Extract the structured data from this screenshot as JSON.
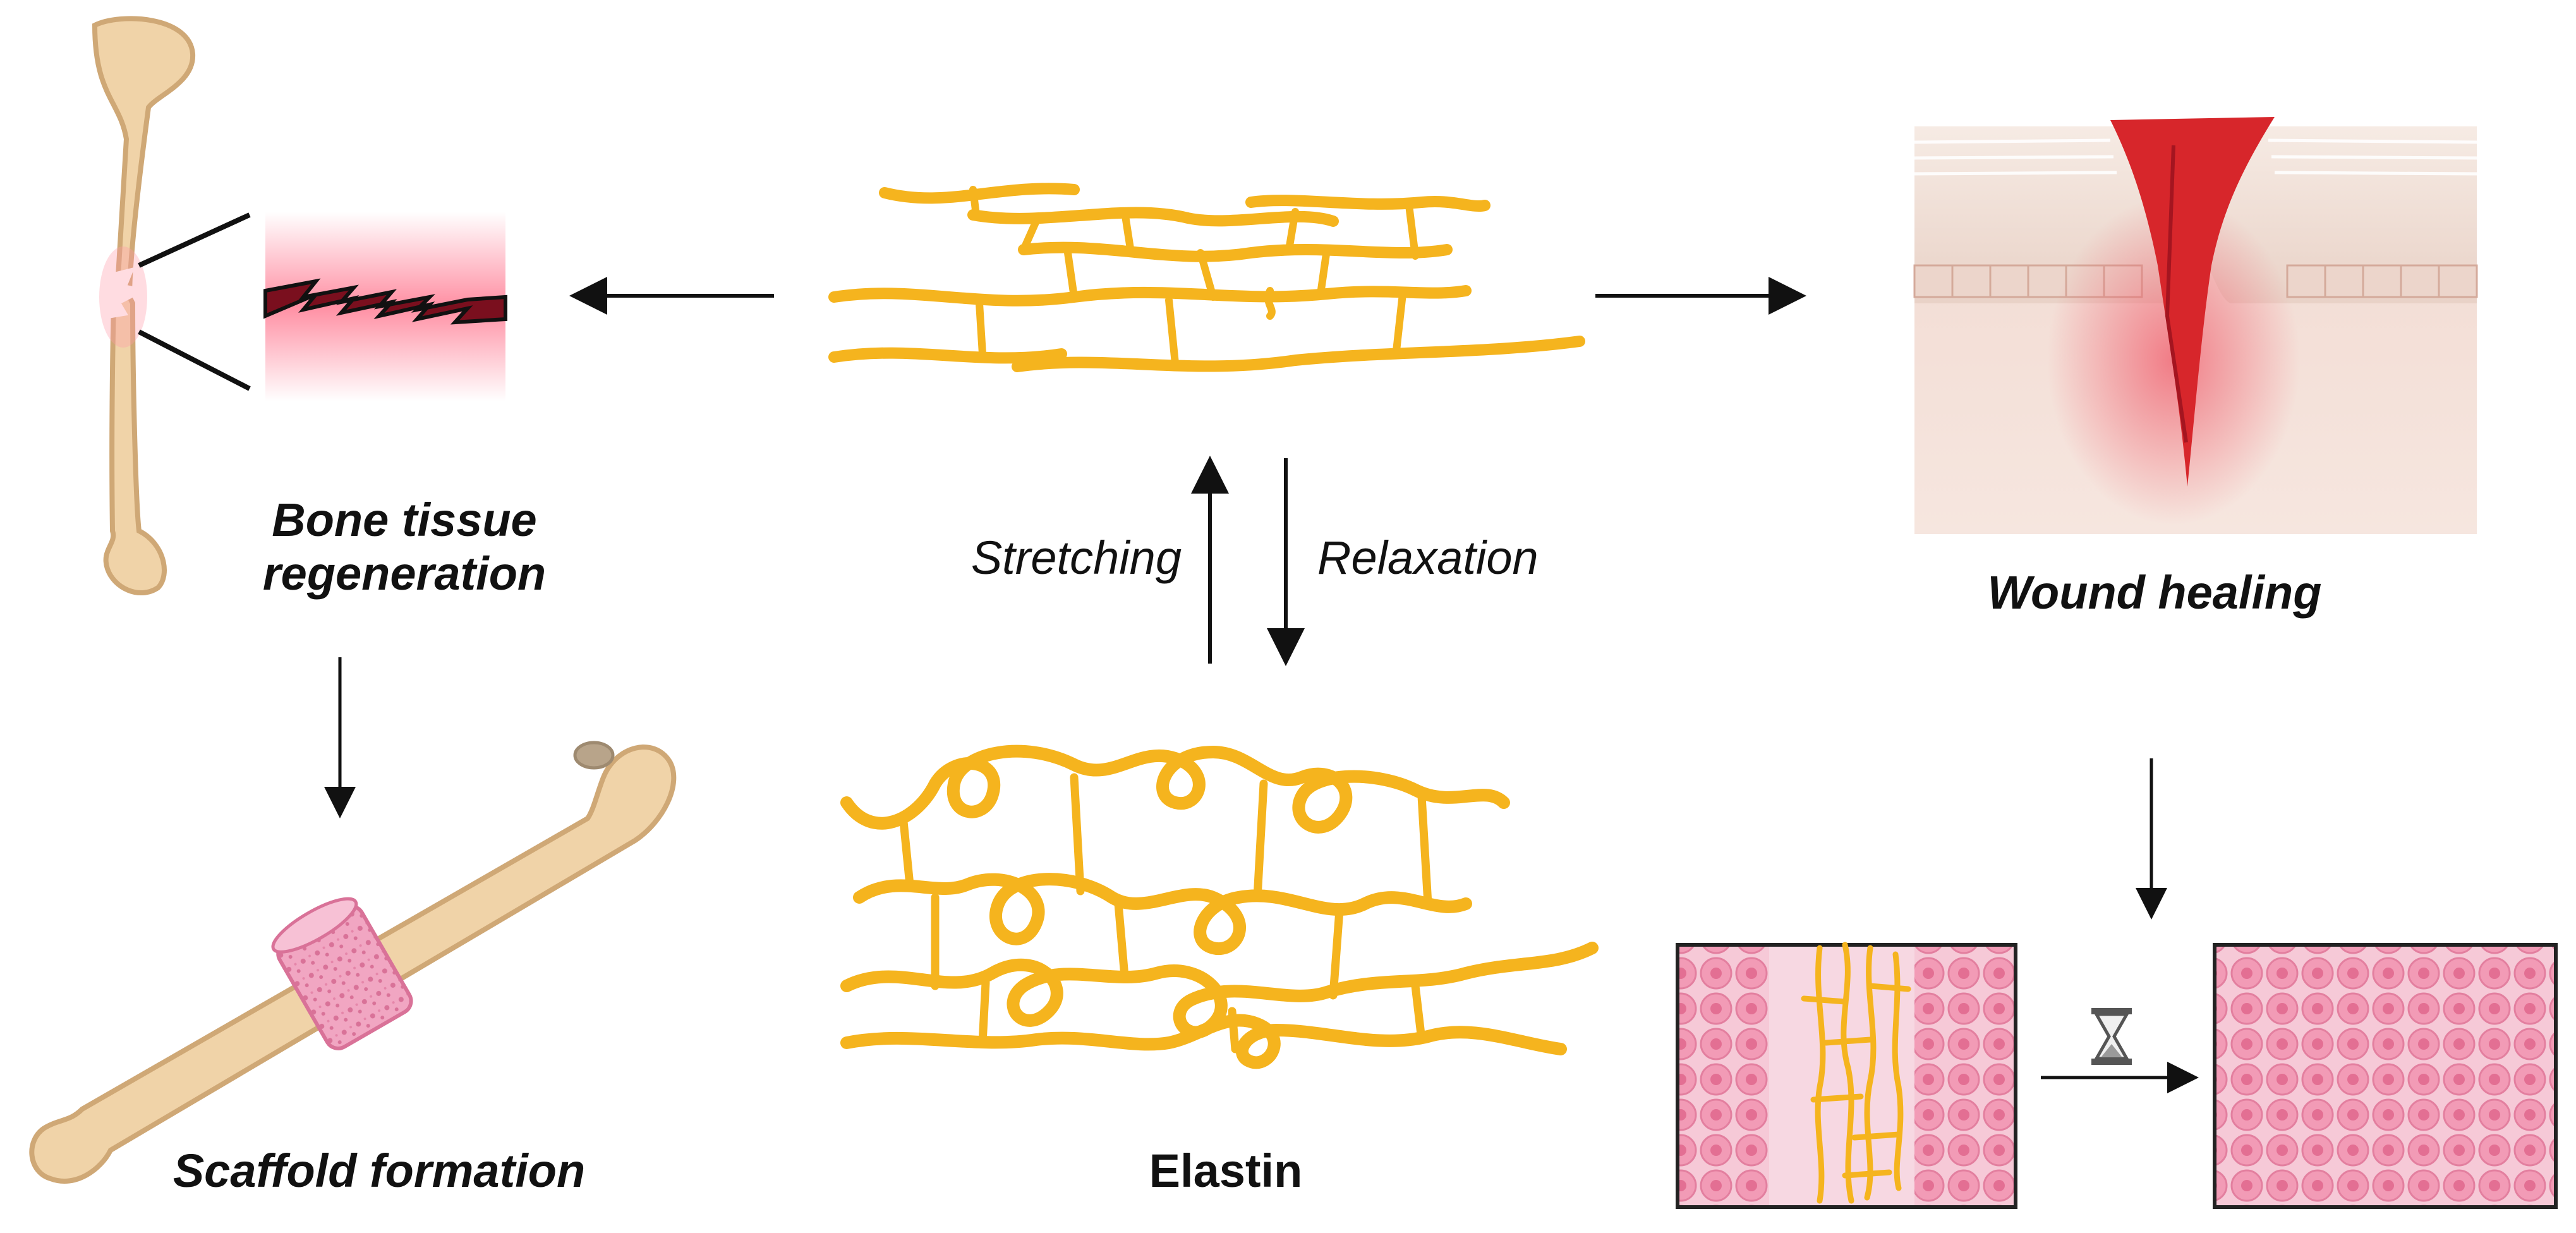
{
  "labels": {
    "bone_tissue_regeneration": "Bone tissue\nregeneration",
    "scaffold_formation": "Scaffold formation",
    "elastin": "Elastin",
    "stretching": "Stretching",
    "relaxation": "Relaxation",
    "wound_healing": "Wound healing"
  },
  "colors": {
    "fiber": "#f5b41e",
    "fiber_edge": "#e89c0c",
    "bone": "#f0d3a8",
    "bone_edge": "#cfa876",
    "wound_red": "#d7262b",
    "cell_pink": "#f29bb6",
    "scaffold_pink": "#ef9fbc",
    "arrow": "#111111"
  },
  "icons": [
    "hourglass-icon",
    "arrow-icon"
  ]
}
